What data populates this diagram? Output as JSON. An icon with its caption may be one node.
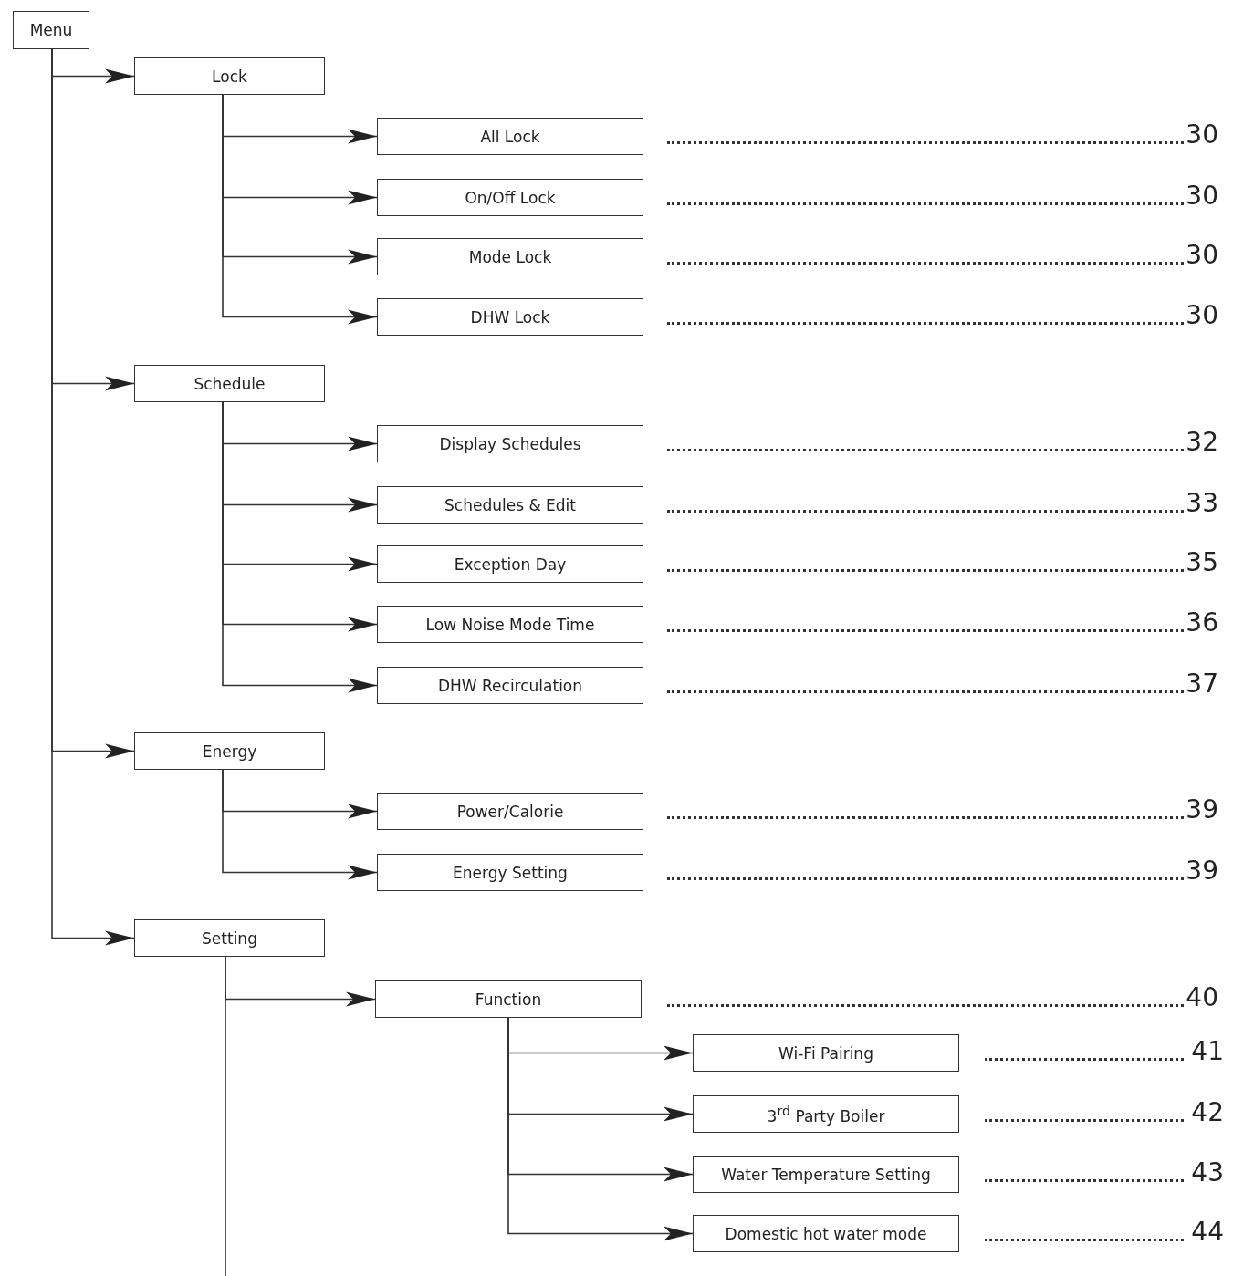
{
  "diagram": {
    "nodes": [
      {
        "text": [
          "Menu"
        ]
      },
      {
        "text": [
          "Lock"
        ]
      },
      {
        "text": [
          "All Lock"
        ]
      },
      {
        "text": [
          "On/Off Lock"
        ]
      },
      {
        "text": [
          "Mode Lock"
        ]
      },
      {
        "text": [
          "DHW Lock"
        ]
      },
      {
        "text": [
          "Schedule"
        ]
      },
      {
        "text": [
          "Display Schedules"
        ]
      },
      {
        "text": [
          "Schedules & Edit"
        ]
      },
      {
        "text": [
          "Exception Day"
        ]
      },
      {
        "text": [
          "Low Noise Mode Time"
        ]
      },
      {
        "text": [
          "DHW Recirculation"
        ]
      },
      {
        "text": [
          "Energy"
        ]
      },
      {
        "text": [
          "Power/Calorie"
        ]
      },
      {
        "text": [
          "Energy Setting"
        ]
      },
      {
        "text": [
          "Setting"
        ]
      },
      {
        "text": [
          "Function"
        ]
      },
      {
        "text": [
          "Wi-Fi Pairing"
        ]
      },
      {
        "text": [
          "3$^{rd}$ Party Boiler"
        ]
      },
      {
        "text": [
          "Water Temperature Setting"
        ]
      },
      {
        "text": [
          "Domestic hot water mode"
        ]
      }
    ],
    "edges": [
      {
        "from": 0,
        "to": 1,
        "arrow": "to"
      },
      {
        "from": 1,
        "to": 2,
        "arrow": "to"
      },
      {
        "from": 1,
        "to": 3,
        "arrow": "to"
      },
      {
        "from": 1,
        "to": 4,
        "arrow": "to"
      },
      {
        "from": 1,
        "to": 5,
        "arrow": "to"
      },
      {
        "from": 0,
        "to": 6,
        "arrow": "to"
      },
      {
        "from": 6,
        "to": 7,
        "arrow": "to"
      },
      {
        "from": 6,
        "to": 8,
        "arrow": "to"
      },
      {
        "from": 6,
        "to": 9,
        "arrow": "to"
      },
      {
        "from": 6,
        "to": 10,
        "arrow": "to"
      },
      {
        "from": 6,
        "to": 11,
        "arrow": "to"
      },
      {
        "from": 0,
        "to": 12,
        "arrow": "to"
      },
      {
        "from": 12,
        "to": 13,
        "arrow": "to"
      },
      {
        "from": 12,
        "to": 14,
        "arrow": "to"
      },
      {
        "from": 0,
        "to": 15,
        "arrow": "to"
      },
      {
        "from": 15,
        "to": 16,
        "arrow": "to"
      },
      {
        "from": 16,
        "to": 17,
        "arrow": "to"
      },
      {
        "from": 16,
        "to": 18,
        "arrow": "to"
      },
      {
        "from": 16,
        "to": 19,
        "arrow": "to"
      },
      {
        "from": 16,
        "to": 20,
        "arrow": "to"
      },
      {
        "from": 15,
        "to": null,
        "arrow": "none"
      }
    ],
    "labels": [
      "30",
      "30",
      "30",
      "30",
      "32",
      "33",
      "35",
      "36",
      "37",
      "39",
      "39",
      "40",
      "41",
      "42",
      "43",
      "44"
    ]
  }
}
